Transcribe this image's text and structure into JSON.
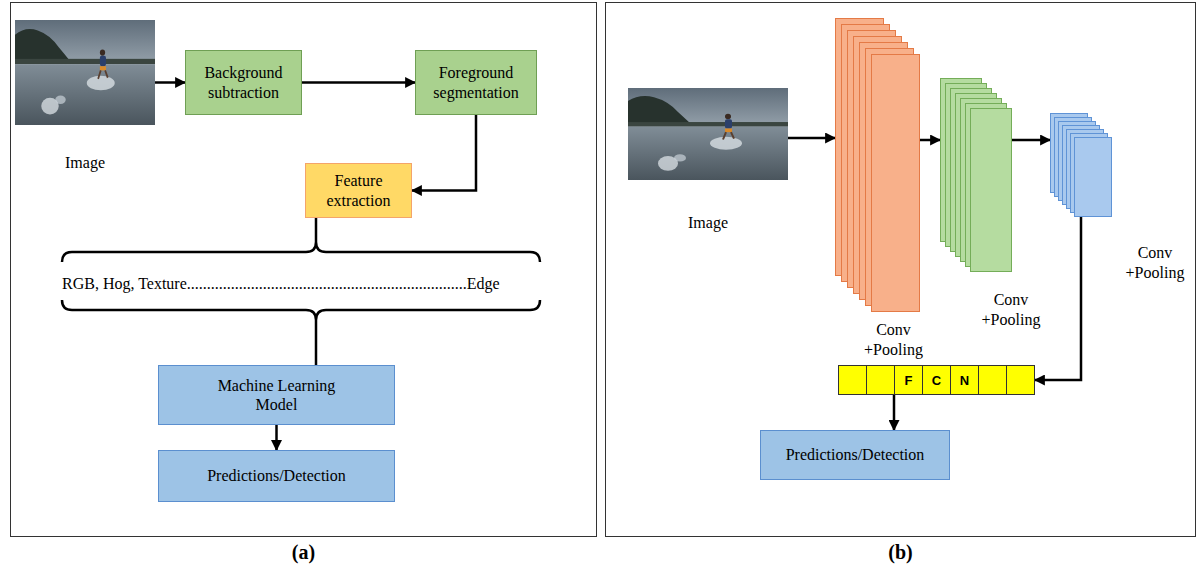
{
  "diagram": {
    "nodes": [
      {
        "text": [
          "(a)"
        ]
      },
      {
        "text": [
          "Image"
        ],
        "in": 0
      },
      {
        "text": [
          "Background subtraction"
        ],
        "in": 0
      },
      {
        "text": [
          "Foreground segmentation"
        ],
        "in": 0
      },
      {
        "text": [
          "Feature extraction"
        ],
        "in": 0
      },
      {
        "text": [
          "Machine Learning Model"
        ],
        "in": 0
      },
      {
        "text": [
          "Predictions/Detection"
        ],
        "in": 0
      },
      {
        "text": [
          "(b)"
        ]
      },
      {
        "text": [
          "Image"
        ],
        "in": 7
      },
      {
        "text": [
          "Conv +Pooling"
        ],
        "in": 7
      },
      {
        "text": [
          "Conv +Pooling"
        ],
        "in": 7
      },
      {
        "text": [
          "Conv +Pooling"
        ],
        "in": 7
      },
      {
        "text": [
          "F",
          "C",
          "N"
        ],
        "in": 7
      },
      {
        "text": [
          "Predictions/Detection"
        ],
        "in": 7
      }
    ],
    "edges": [
      {
        "from": 1,
        "to": 2,
        "arrow": "to"
      },
      {
        "from": 2,
        "to": 3,
        "arrow": "to"
      },
      {
        "from": 3,
        "to": 4,
        "arrow": "to"
      },
      {
        "from": 5,
        "to": 6,
        "arrow": "to"
      },
      {
        "from": 8,
        "to": 9,
        "arrow": "to"
      },
      {
        "from": 9,
        "to": 10,
        "arrow": "to"
      },
      {
        "from": 10,
        "to": 11,
        "arrow": "to"
      },
      {
        "from": 11,
        "to": 12,
        "arrow": "to"
      },
      {
        "from": 12,
        "to": 13,
        "arrow": "to"
      }
    ],
    "labels": [
      "RGB, Hog, Texture......................................................................Edge"
    ]
  }
}
